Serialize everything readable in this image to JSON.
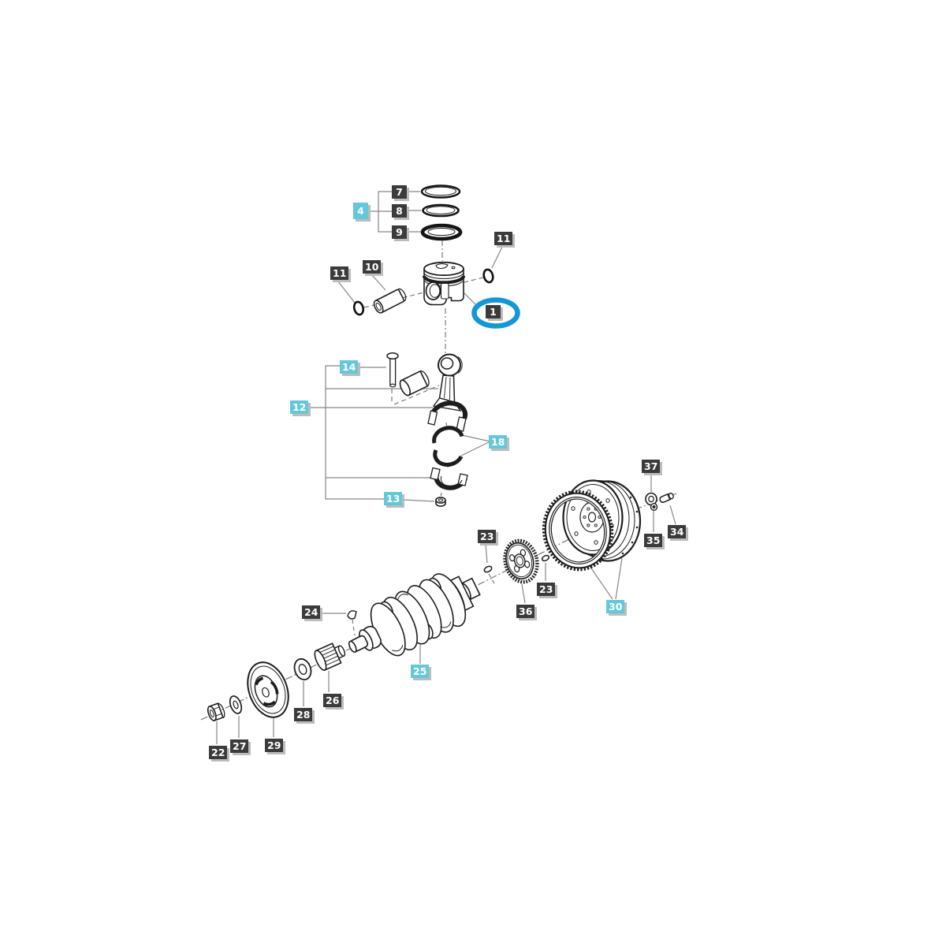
{
  "diagram": {
    "type": "exploded-parts-diagram",
    "highlighted_label": "1",
    "colors": {
      "background": "#ffffff",
      "dark_label_bg": "#3b3b3b",
      "cyan_label_bg": "#64c8da",
      "label_text": "#ffffff",
      "label_shadow": "#bcbcbc",
      "line_art": "#1d1d1d",
      "leader_line": "#868686",
      "highlight_ring": "#1697d4"
    },
    "labels": [
      {
        "id": "ring-top",
        "num": "7",
        "style": "dark"
      },
      {
        "id": "ring-mid",
        "num": "8",
        "style": "dark"
      },
      {
        "id": "ring-oil",
        "num": "9",
        "style": "dark"
      },
      {
        "id": "ring-set",
        "num": "4",
        "style": "cyan"
      },
      {
        "id": "snap-ring-right",
        "num": "11",
        "style": "dark"
      },
      {
        "id": "piston-pin",
        "num": "10",
        "style": "dark"
      },
      {
        "id": "snap-ring-left",
        "num": "11",
        "style": "dark"
      },
      {
        "id": "piston",
        "num": "1",
        "style": "dark",
        "highlighted": true
      },
      {
        "id": "rod-bolt",
        "num": "14",
        "style": "cyan"
      },
      {
        "id": "connecting-rod",
        "num": "12",
        "style": "cyan"
      },
      {
        "id": "rod-bearings",
        "num": "18",
        "style": "cyan"
      },
      {
        "id": "rod-cap-nut",
        "num": "13",
        "style": "cyan"
      },
      {
        "id": "flywheel-washer",
        "num": "37",
        "style": "dark"
      },
      {
        "id": "flywheel-lock",
        "num": "35",
        "style": "dark"
      },
      {
        "id": "flywheel-bolt",
        "num": "34",
        "style": "dark"
      },
      {
        "id": "rear-key-a",
        "num": "23",
        "style": "dark"
      },
      {
        "id": "rear-key-b",
        "num": "23",
        "style": "dark"
      },
      {
        "id": "crank-gear-rear",
        "num": "36",
        "style": "dark"
      },
      {
        "id": "flywheel-ring",
        "num": "30",
        "style": "cyan"
      },
      {
        "id": "crank-key-front",
        "num": "24",
        "style": "dark"
      },
      {
        "id": "crankshaft",
        "num": "25",
        "style": "cyan"
      },
      {
        "id": "crank-gear-front",
        "num": "26",
        "style": "dark"
      },
      {
        "id": "washer-inner",
        "num": "28",
        "style": "dark"
      },
      {
        "id": "pulley",
        "num": "29",
        "style": "dark"
      },
      {
        "id": "washer-outer",
        "num": "27",
        "style": "dark"
      },
      {
        "id": "crank-nut",
        "num": "22",
        "style": "dark"
      }
    ]
  }
}
